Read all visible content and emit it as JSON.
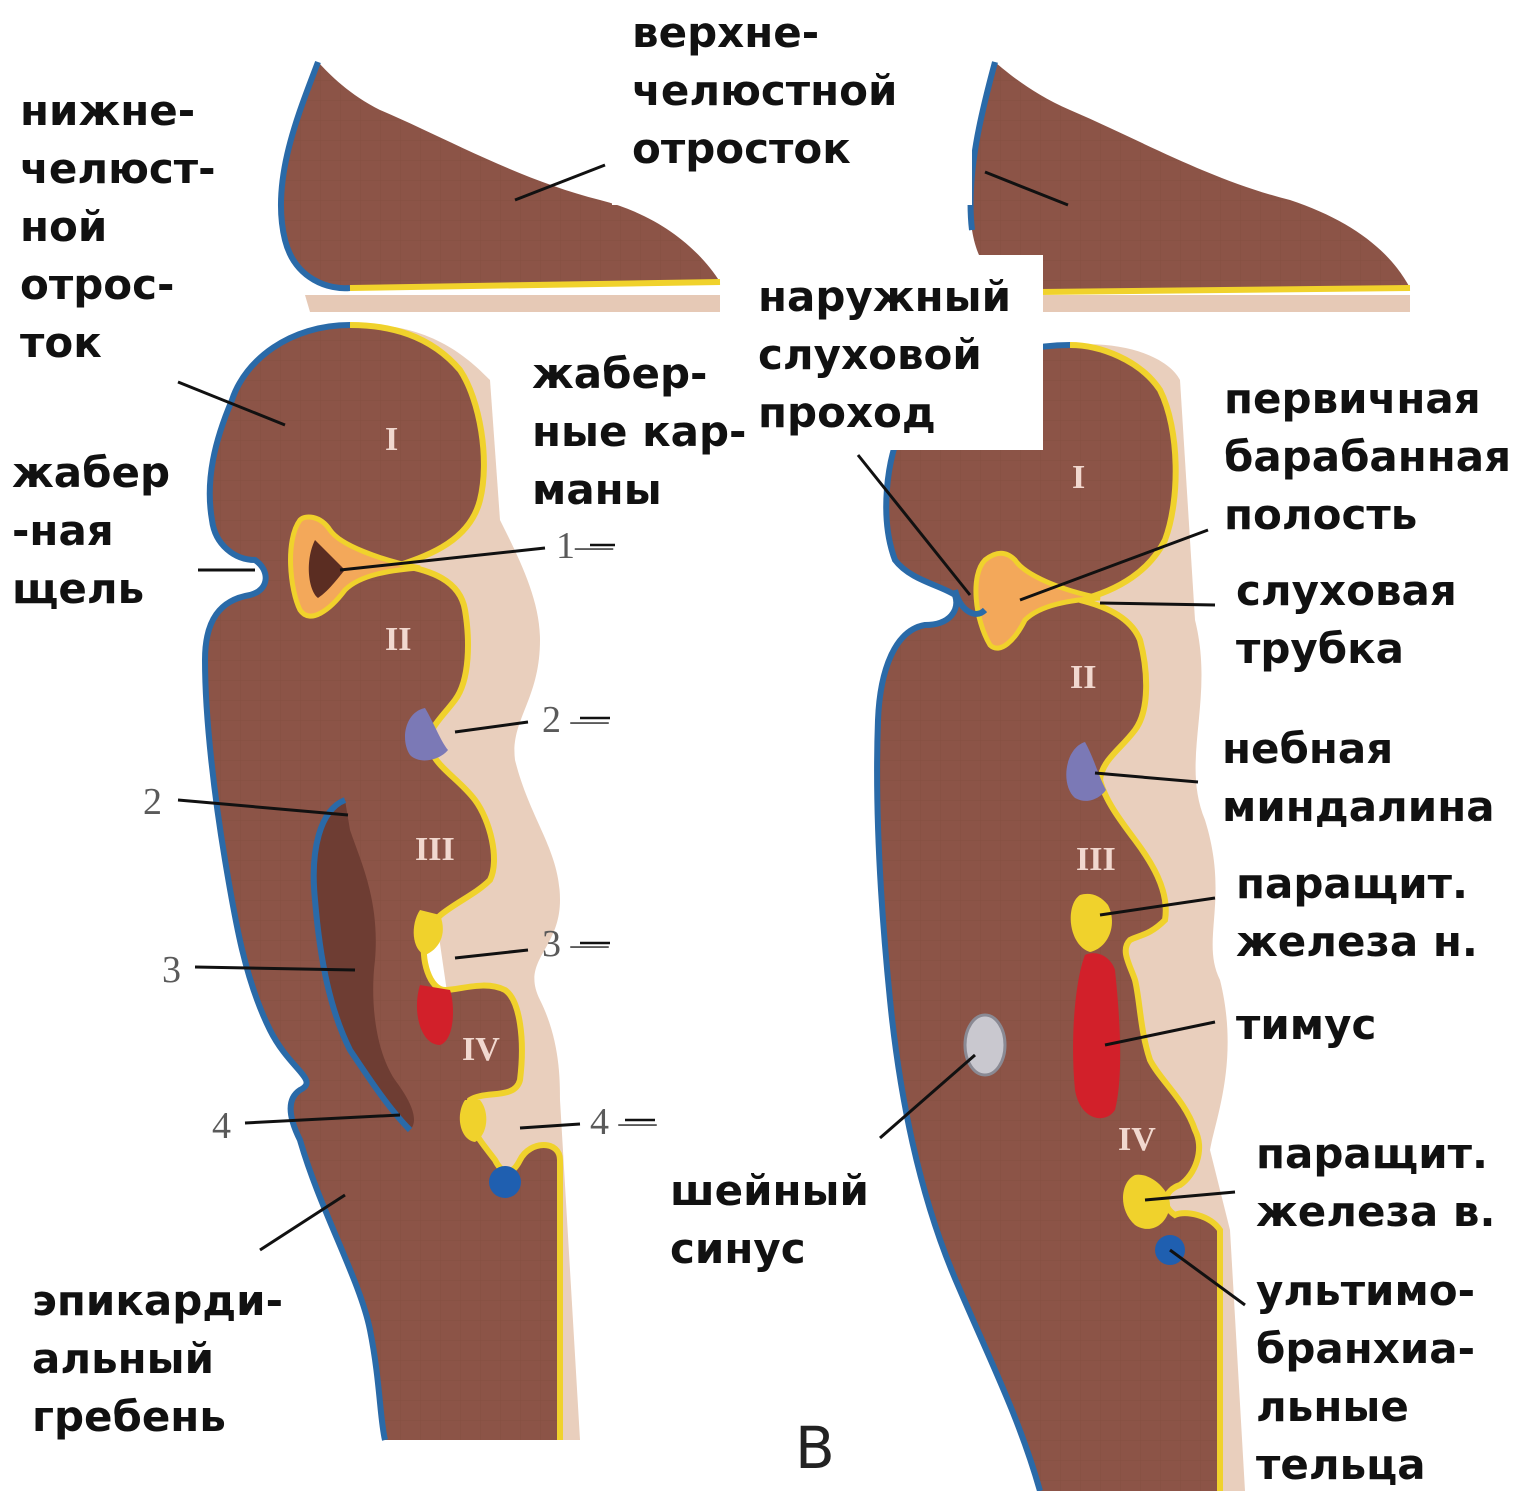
{
  "labels": {
    "mandibular": "нижне-\nчелюст-\nной\nотрос-\nток",
    "maxillary": "верхне-\nчелюстной\nотросток",
    "pouches": "жабер-\nные кар-\nманы",
    "external_meatus": "наружный\nслуховой\nпроход",
    "cleft": "жабер\n-ная\nщель",
    "tympanic": "первичная\nбарабанная\nполость",
    "auditory_tube": "слуховая\nтрубка",
    "tonsil": "небная\nминдалина",
    "parathyroid_inf": "паращит.\nжелеза н.",
    "thymus": "тимус",
    "parathyroid_sup": "паращит.\nжелеза в.",
    "ultimobranchial": "ультимо-\nбранхиа-\nльные\nтельца",
    "cervical_sinus": "шейный\nсинус",
    "epicardial": "эпикарди-\nальный\nгребень",
    "panel": "В"
  },
  "numbers": {
    "pouch_1": "1—",
    "pouch_2": "2 —",
    "pouch_3": "3 —",
    "pouch_4": "4 —",
    "cleft_2": "2",
    "cleft_3": "3",
    "cleft_4": "4"
  },
  "numerals": [
    "I",
    "II",
    "III",
    "IV"
  ],
  "colors": {
    "mesenchyme": "#8c5447",
    "ectoderm": "#2a6aa8",
    "endoderm": "#f0d22c",
    "thymus": "#d2202a",
    "tonsil": "#7b79b6",
    "tympanic": "#f3a85a",
    "ultimobranchial": "#1f5fb0"
  }
}
